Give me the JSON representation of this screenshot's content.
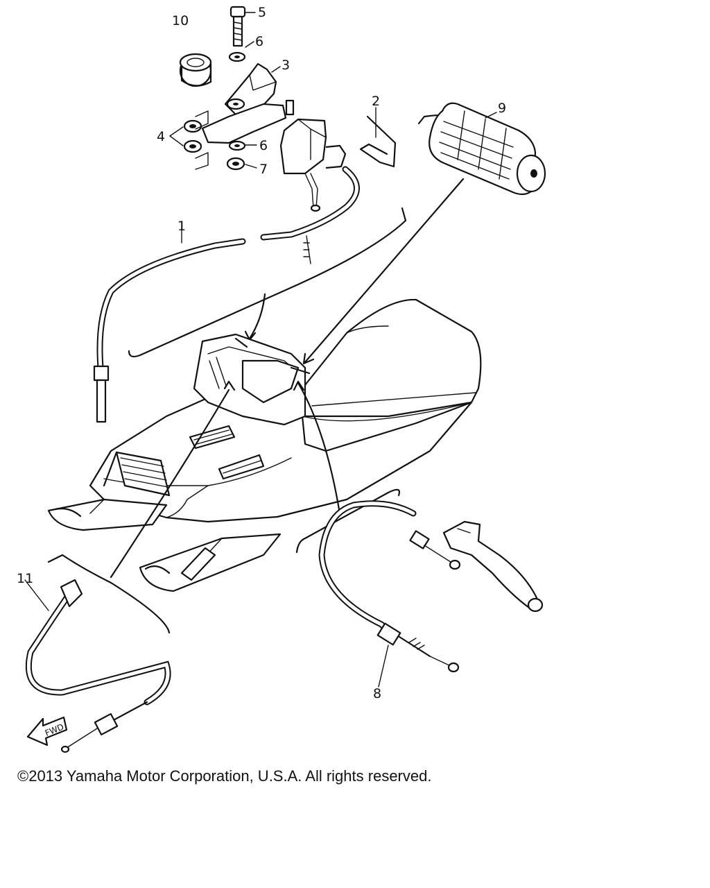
{
  "diagram": {
    "callouts": {
      "p1": "1",
      "p2": "2",
      "p3": "3",
      "p4": "4",
      "p5": "5",
      "p6a": "6",
      "p6b": "6",
      "p7": "7",
      "p8": "8",
      "p9": "9",
      "p10": "10",
      "p11": "11"
    },
    "fwd_label": "FWD"
  },
  "copyright": "©2013 Yamaha Motor Corporation, U.S.A. All rights reserved."
}
